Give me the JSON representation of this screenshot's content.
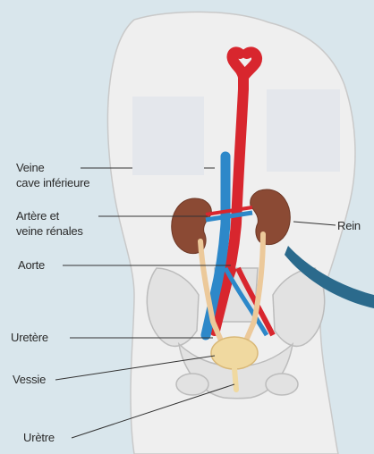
{
  "labels": {
    "veine_cave_line1": "Veine",
    "veine_cave_line2": "cave inférieure",
    "artere_line1": "Artère et",
    "artere_line2": "veine rénales",
    "aorte": "Aorte",
    "rein": "Rein",
    "uretere": "Uretère",
    "vessie": "Vessie",
    "uretre": "Urètre"
  },
  "colors": {
    "background": "#d9e6ec",
    "body": "#ededed",
    "artery": "#d8262e",
    "vein": "#2d88c9",
    "kidney": "#8b4a34",
    "ureter": "#ecc99a",
    "bladder": "#f0d9a0",
    "pointer": "#2b6a8c"
  }
}
